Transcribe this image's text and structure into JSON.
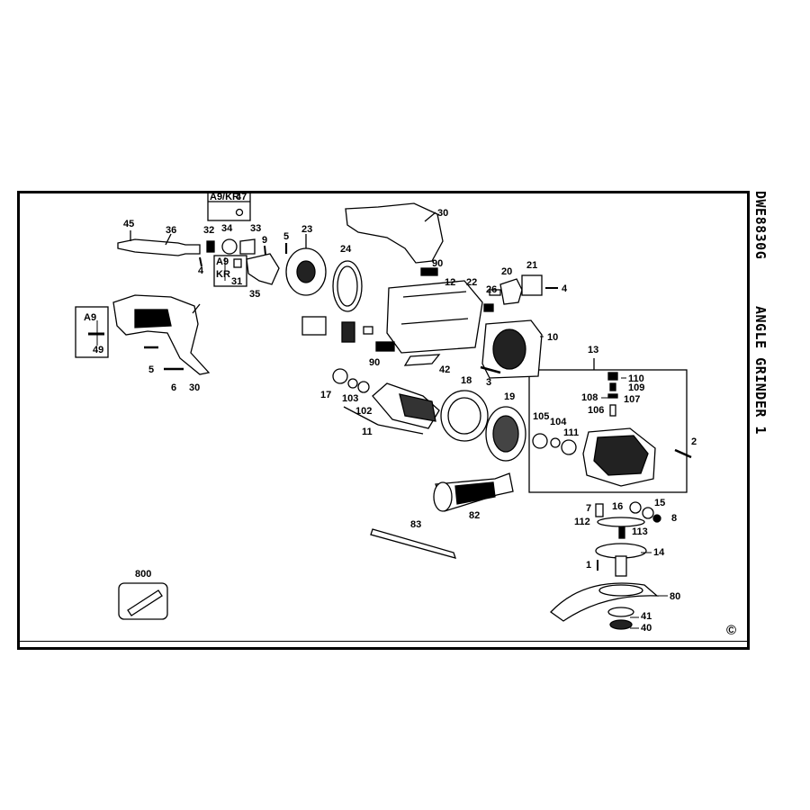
{
  "header": {
    "model": "DWE8830G",
    "title": "ANGLE GRINDER 1"
  },
  "copyright_mark": "©",
  "kit_boxes": {
    "a9kr_47": {
      "tag": "A9/KR",
      "part": "47"
    },
    "a9kr_31": {
      "tag_top": "A9",
      "tag_bottom": "KR",
      "part": "31"
    },
    "a9_49": {
      "tag": "A9",
      "part": "49"
    }
  },
  "groups": {
    "armature": "11",
    "gear_case": "13"
  },
  "parts": [
    "45",
    "36",
    "32",
    "34",
    "33",
    "4",
    "9",
    "5",
    "23",
    "24",
    "30",
    "90",
    "12",
    "22",
    "26",
    "20",
    "21",
    "4",
    "10",
    "35",
    "5",
    "6",
    "30",
    "17",
    "103",
    "102",
    "18",
    "19",
    "3",
    "42",
    "90",
    "110",
    "109",
    "108",
    "107",
    "106",
    "105",
    "104",
    "111",
    "2",
    "82",
    "83",
    "7",
    "16",
    "15",
    "112",
    "113",
    "8",
    "14",
    "1",
    "80",
    "41",
    "40",
    "800"
  ]
}
